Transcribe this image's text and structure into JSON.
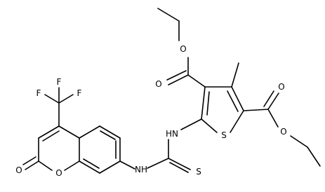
{
  "atoms": {
    "o_ester1_ether": "O",
    "o_ester1_carbonyl": "O",
    "o_ester2_carbonyl": "O",
    "o_ester2_ether": "O",
    "s_thiophene": "S",
    "nh_thiophene": "HN",
    "nh_coumarin": "NH",
    "s_thiourea": "S",
    "o_coumarin_ring": "O",
    "o_coumarin_carbonyl": "O",
    "f_top": "F",
    "f_left": "F",
    "f_right": "F"
  },
  "colors": {
    "bond": "#000000",
    "label": "#000000",
    "background": "#ffffff"
  }
}
